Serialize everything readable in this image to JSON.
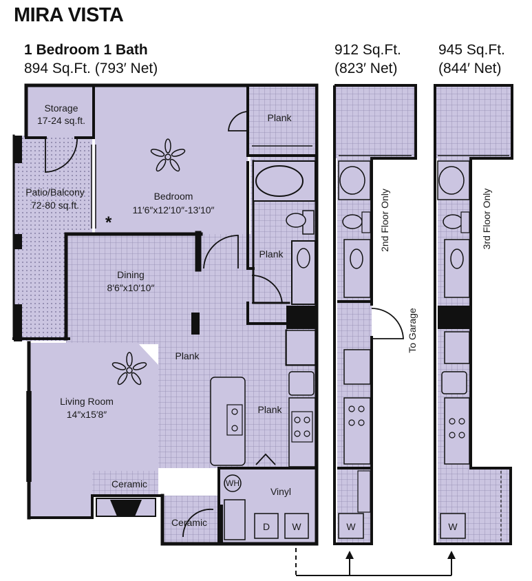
{
  "header": {
    "title": "MIRA VISTA",
    "unit_name": "1 Bedroom 1 Bath",
    "unit_sqft": "894 Sq.Ft. (793′ Net)"
  },
  "variants": [
    {
      "sqft": "912 Sq.Ft.",
      "net": "(823′ Net)",
      "note": "2nd Floor Only"
    },
    {
      "sqft": "945 Sq.Ft.",
      "net": "(844′ Net)",
      "note": "3rd Floor Only"
    }
  ],
  "rooms": {
    "storage": {
      "name": "Storage",
      "size": "17-24 sq.ft."
    },
    "patio": {
      "name": "Patio/Balcony",
      "size": "72-80 sq.ft."
    },
    "bedroom": {
      "name": "Bedroom",
      "size": "11′6″x12′10″-13′10″"
    },
    "dining": {
      "name": "Dining",
      "size": "8′6″x10′10″"
    },
    "living": {
      "name": "Living Room",
      "size": "14″x15′8″"
    }
  },
  "materials": {
    "plank": "Plank",
    "ceramic": "Ceramic",
    "vinyl": "Vinyl"
  },
  "appliances": {
    "water_heater": "WH",
    "dryer": "D",
    "washer": "W"
  },
  "to_garage": "To Garage",
  "colors": {
    "room_fill": "#cbc5e1",
    "wall": "#111111",
    "grid_line": "#8f88ad",
    "background": "#ffffff"
  }
}
